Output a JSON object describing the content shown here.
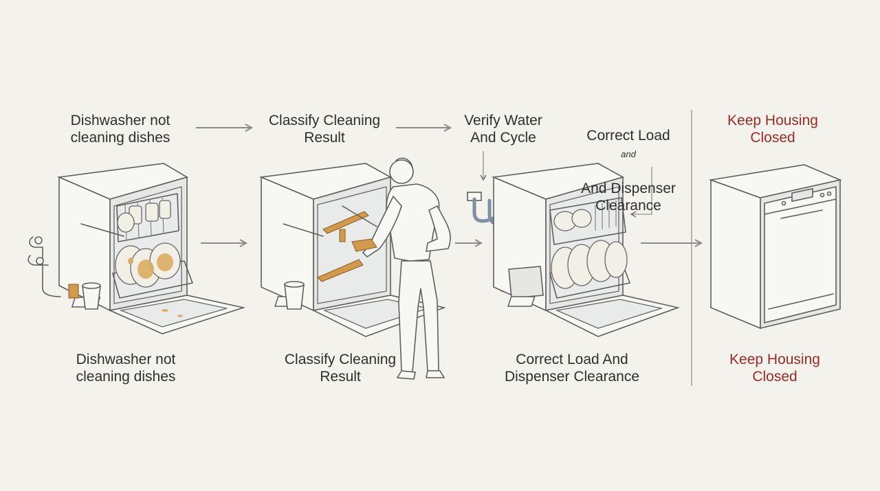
{
  "labels": {
    "top": [
      "Dishwasher not\ncleaning dishes",
      "Classify Cleaning\nResult",
      "Verify Water\nAnd Cycle",
      "Keep Housing\nClosed"
    ],
    "correct_load_top_line1": "Correct Load",
    "correct_load_top_aside": "and",
    "correct_load_top_rest": "And Dispenser\nClearance",
    "bottom": [
      "Dishwasher not\ncleaning dishes",
      "Classify Cleaning\nResult",
      "Correct Load And\nDispenser Clearance",
      "Keep Housing\nClosed"
    ]
  },
  "colors": {
    "background": "#f3f2ec",
    "text": "#2e2e2e",
    "warning_text": "#9c2a26",
    "arrow": "#8a8a8a",
    "accent_orange": "#d39a4c"
  },
  "icons": [
    "open-dishwasher-dirty-dishes",
    "open-dishwasher-person-inspecting",
    "open-dishwasher-water-supply-pipes",
    "closed-dishwasher"
  ]
}
